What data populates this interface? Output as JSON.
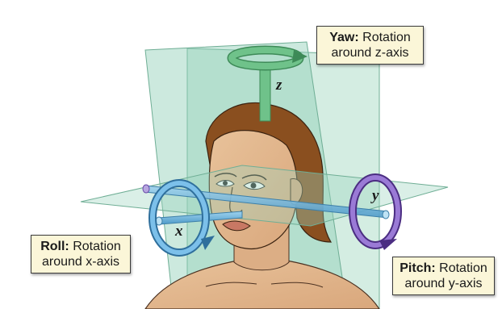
{
  "labels": {
    "yaw": {
      "term": "Yaw:",
      "line1_rest": " Rotation",
      "line2": "around z-axis"
    },
    "roll": {
      "term": "Roll:",
      "line1_rest": " Rotation",
      "line2": "around x-axis"
    },
    "pitch": {
      "term": "Pitch:",
      "line1_rest": " Rotation",
      "line2": "around y-axis"
    }
  },
  "axes": {
    "x": "x",
    "y": "y",
    "z": "z"
  },
  "colors": {
    "plane_fill": "#9fd6bf",
    "yaw_arrow": "#4caf6a",
    "roll_arrow": "#5aa9dc",
    "pitch_arrow": "#7a4fb8",
    "hair": "#8a4f1f",
    "callout_bg": "#fbf6d8"
  },
  "icons": [
    "yaw-rotation-arrow-icon",
    "roll-rotation-arrow-icon",
    "pitch-rotation-arrow-icon"
  ]
}
